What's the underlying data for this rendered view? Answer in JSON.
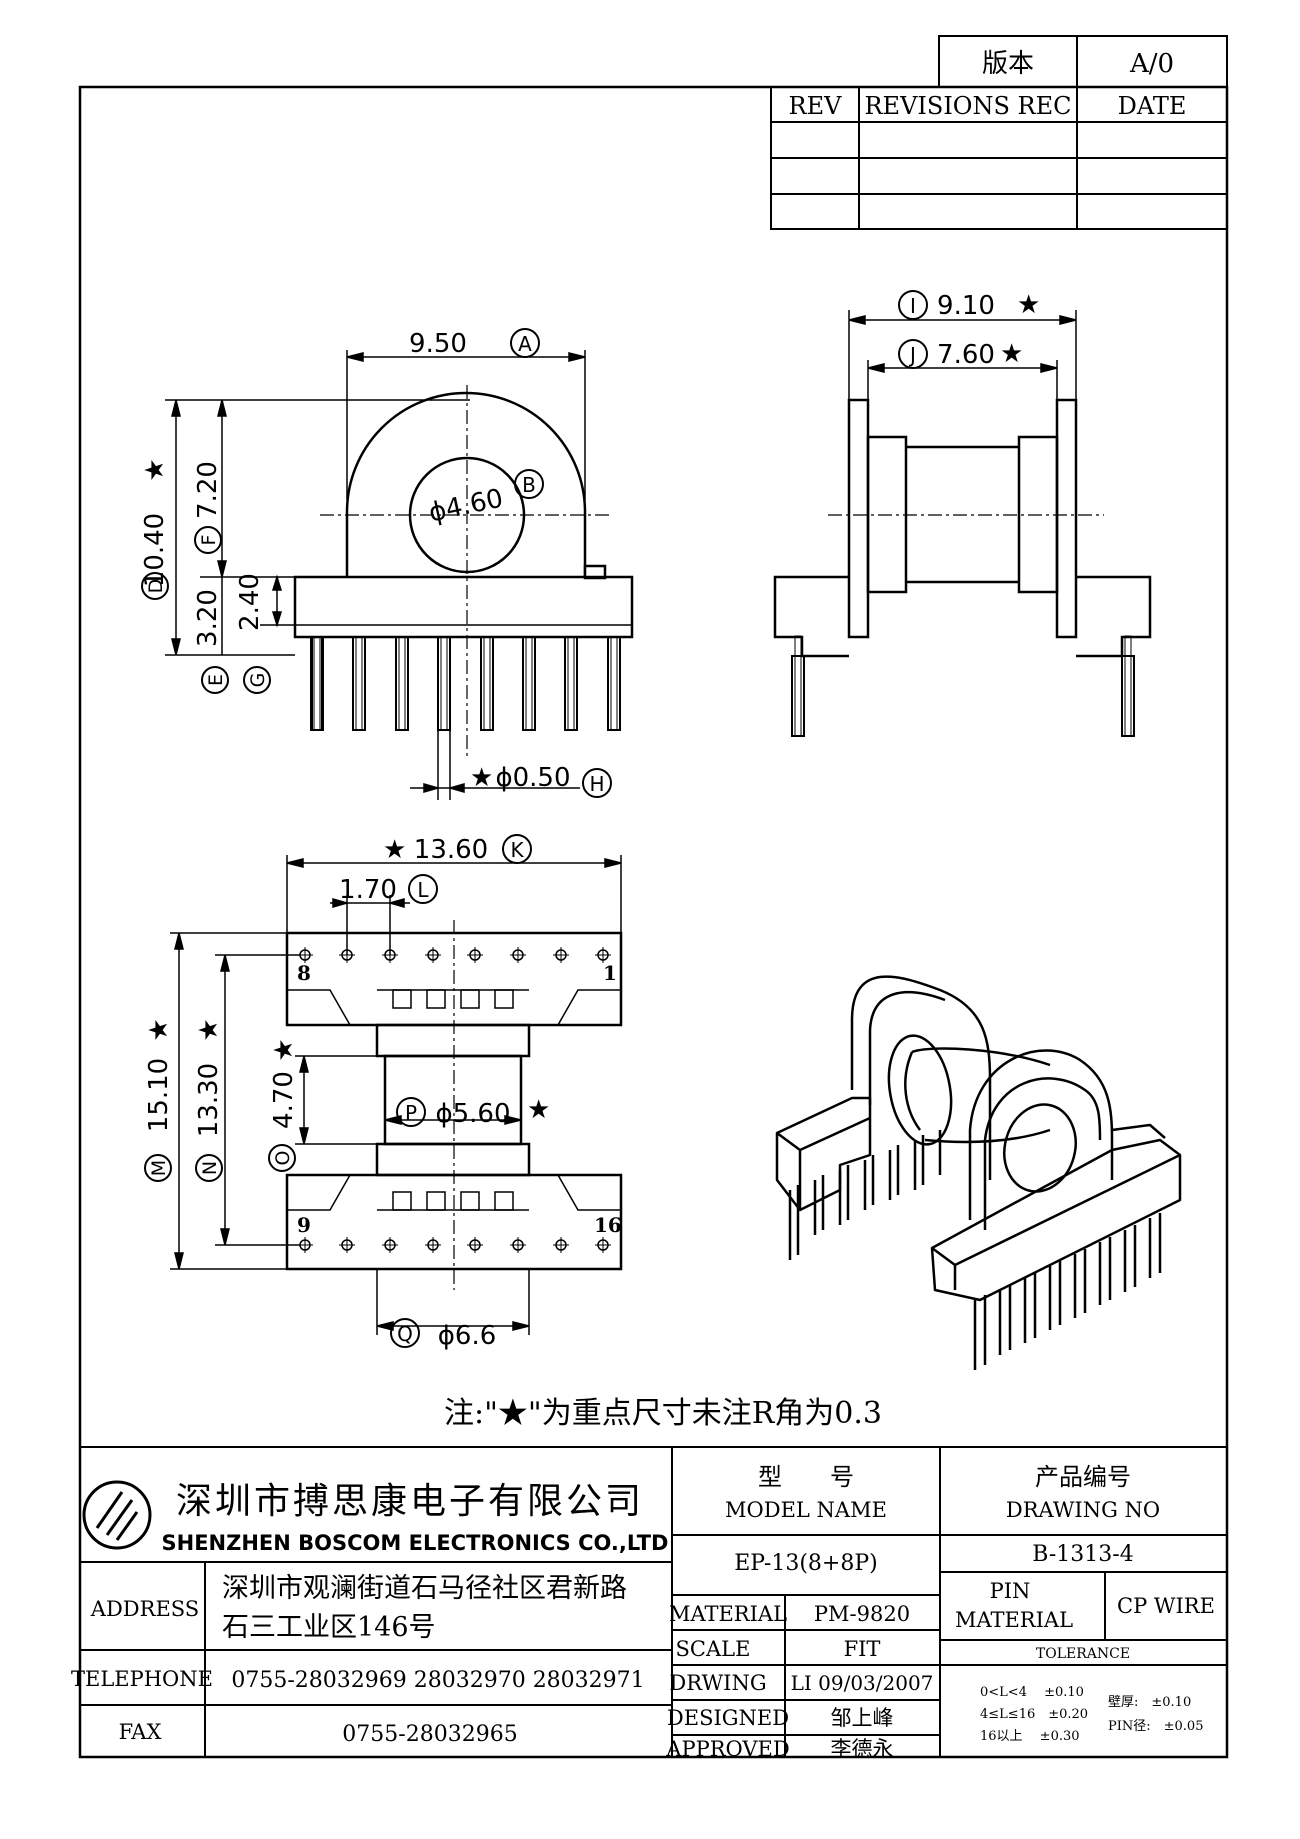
{
  "revision_box": {
    "version_label": "版本",
    "version_value": "A/0",
    "headers": [
      "REV",
      "REVISIONS REC",
      "DATE"
    ]
  },
  "front_view": {
    "width": "9.50",
    "width_tag": "A",
    "bore": "ϕ4.60",
    "bore_tag": "B",
    "total_height": "10.40",
    "total_height_tag": "D",
    "upper_height": "7.20",
    "upper_height_tag": "F",
    "base_height": "3.20",
    "base_height_tag": "E",
    "base_inner": "2.40",
    "base_inner_tag": "G",
    "pin_dia": "ϕ0.50",
    "pin_dia_tag": "H",
    "star": "★"
  },
  "side_view": {
    "outer": "9.10",
    "outer_tag": "I",
    "inner": "7.60",
    "inner_tag": "J"
  },
  "bottom_view": {
    "length": "13.60",
    "length_tag": "K",
    "pitch": "1.70",
    "pitch_tag": "L",
    "overall": "15.10",
    "overall_tag": "M",
    "row_span": "13.30",
    "row_span_tag": "N",
    "window": "4.70",
    "window_tag": "O",
    "core": "ϕ5.60",
    "core_tag": "P",
    "slot": "ϕ6.6",
    "slot_tag": "Q",
    "pin_labels": [
      "8",
      "1",
      "9",
      "16"
    ]
  },
  "note": "注:\"★\"为重点尺寸未注R角为0.3",
  "title_block": {
    "company_cn": "深圳市搏思康电子有限公司",
    "company_en": "SHENZHEN BOSCOM ELECTRONICS CO.,LTD",
    "address_label": "ADDRESS",
    "address_line1": "深圳市观澜街道石马径社区君新路",
    "address_line2": "石三工业区146号",
    "telephone_label": "TELEPHONE",
    "telephone": "0755-28032969 28032970 28032971",
    "fax_label": "FAX",
    "fax": "0755-28032965",
    "model_cn": "型　　号",
    "model_en": "MODEL NAME",
    "model_value": "EP-13(8+8P)",
    "drawing_cn": "产品编号",
    "drawing_en": "DRAWING NO",
    "drawing_value": "B-1313-4",
    "material_label": "MATERIAL",
    "material_value": "PM-9820",
    "scale_label": "SCALE",
    "scale_value": "FIT",
    "drwing_label": "DRWING",
    "drwing_value": "LI 09/03/2007",
    "designed_label": "DESIGNED",
    "designed_value": "邹上峰",
    "approved_label": "APPROVED",
    "approved_value": "李德永",
    "pin_material_label1": "PIN",
    "pin_material_label2": "MATERIAL",
    "pin_material_value": "CP WIRE",
    "tolerance_label": "TOLERANCE",
    "tol_1": "0<L<4　 ±0.10",
    "tol_2": "4≤L≤16　±0.20",
    "tol_3": "16以上　 ±0.30",
    "wall": "壁厚:　±0.10",
    "pin_dia": "PIN径:　±0.05"
  }
}
